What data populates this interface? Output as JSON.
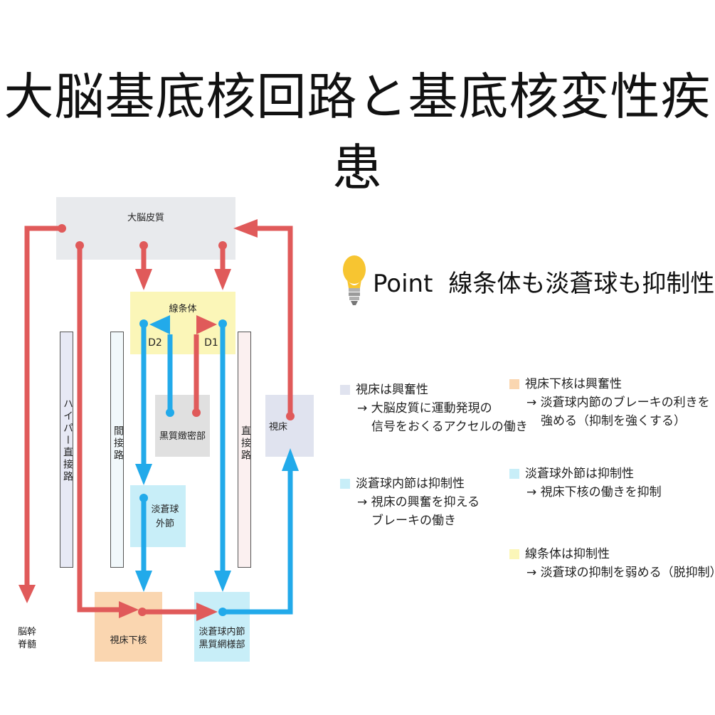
{
  "title": "大脳基底核回路と基底核変性疾患",
  "diagram": {
    "cortex": "大脳皮質",
    "striatum": "線条体",
    "d2": "D2",
    "d1": "D1",
    "hyper_direct": "ハイパー直接路",
    "indirect": "間接路",
    "direct": "直接路",
    "snc": "黒質緻密部",
    "thalamus": "視床",
    "gpe_line1": "淡蒼球",
    "gpe_line2": "外節",
    "stn": "視床下核",
    "gpi_line1": "淡蒼球内節",
    "gpi_line2": "黒質網様部",
    "brainstem_line1": "脳幹",
    "brainstem_line2": "脊髄"
  },
  "point": {
    "icon": "lightbulb-icon",
    "keyword": "Point",
    "text": "線条体も淡蒼球も抑制性"
  },
  "legend": [
    {
      "color": "#e0e3ef",
      "head": "視床は興奮性",
      "lines": [
        "→ 大脳皮質に運動発現の",
        "信号をおくるアクセルの働き"
      ]
    },
    {
      "color": "#c8eef8",
      "head": "淡蒼球内節は抑制性",
      "lines": [
        "→ 視床の興奮を抑える",
        "ブレーキの働き"
      ]
    },
    {
      "color": "#fad6b0",
      "head": "視床下核は興奮性",
      "lines": [
        "→ 淡蒼球内節のブレーキの利きを",
        "強める（抑制を強くする）"
      ]
    },
    {
      "color": "#c8eef8",
      "head": "淡蒼球外節は抑制性",
      "lines": [
        "→ 視床下核の働きを抑制"
      ]
    },
    {
      "color": "#fbf6b8",
      "head": "線条体は抑制性",
      "lines": [
        "→ 淡蒼球の抑制を弱める（脱抑制）"
      ]
    }
  ],
  "colors": {
    "excitatory": "#e05a5a",
    "inhibitory": "#22aaea",
    "cortex_bg": "#e8eaed",
    "striatum_bg": "#fbf6b8",
    "gpe_bg": "#c8eef8",
    "stn_bg": "#fad6b0",
    "thalamus_bg": "#e0e3ef"
  }
}
